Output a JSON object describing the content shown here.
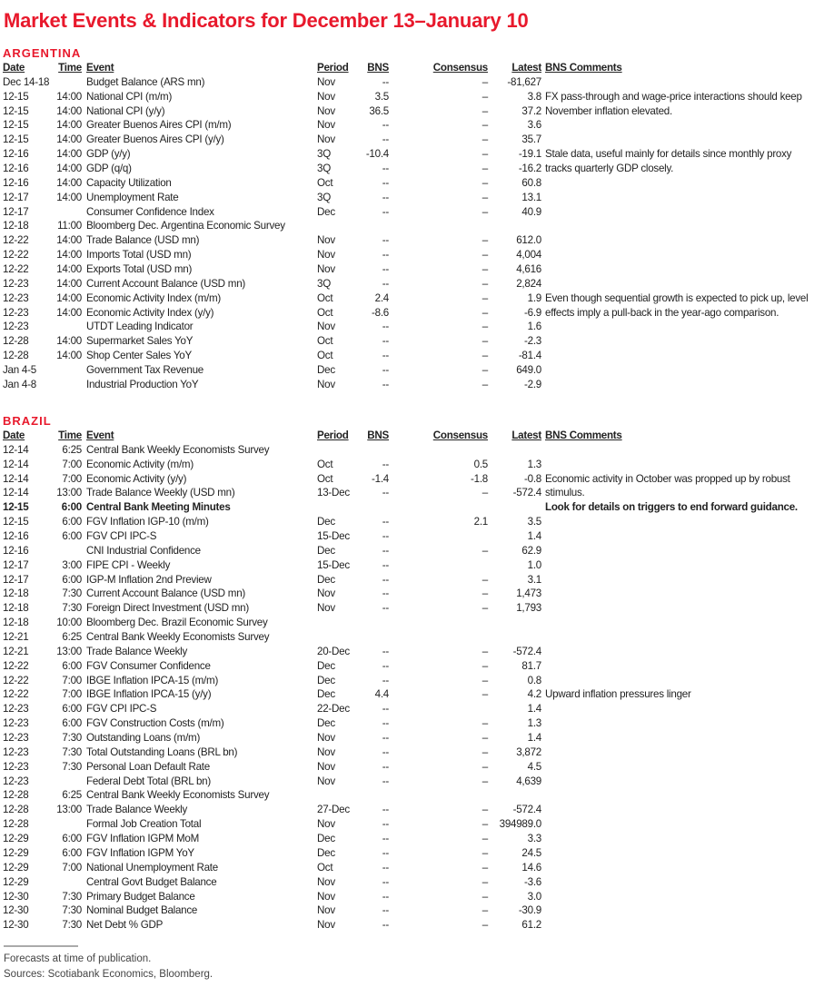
{
  "title": "Market Events & Indicators for December 13–January 10",
  "columns": {
    "date": "Date",
    "time": "Time",
    "event": "Event",
    "period": "Period",
    "bns": "BNS",
    "consensus": "Consensus",
    "latest": "Latest",
    "comments": "BNS Comments"
  },
  "sections": [
    {
      "name": "ARGENTINA",
      "rows": [
        {
          "date": "Dec 14-18",
          "time": "",
          "event": "Budget Balance (ARS mn)",
          "period": "Nov",
          "bns": "--",
          "consensus": "–",
          "latest": "-81,627",
          "comment": ""
        },
        {
          "date": "12-15",
          "time": "14:00",
          "event": "National CPI (m/m)",
          "period": "Nov",
          "bns": "3.5",
          "consensus": "–",
          "latest": "3.8",
          "comment": "FX pass-through and wage-price interactions should keep"
        },
        {
          "date": "12-15",
          "time": "14:00",
          "event": "National CPI (y/y)",
          "period": "Nov",
          "bns": "36.5",
          "consensus": "–",
          "latest": "37.2",
          "comment": "November inflation elevated."
        },
        {
          "date": "12-15",
          "time": "14:00",
          "event": "Greater Buenos Aires CPI (m/m)",
          "period": "Nov",
          "bns": "--",
          "consensus": "–",
          "latest": "3.6",
          "comment": ""
        },
        {
          "date": "12-15",
          "time": "14:00",
          "event": "Greater Buenos Aires CPI (y/y)",
          "period": "Nov",
          "bns": "--",
          "consensus": "–",
          "latest": "35.7",
          "comment": ""
        },
        {
          "date": "12-16",
          "time": "14:00",
          "event": "GDP (y/y)",
          "period": "3Q",
          "bns": "-10.4",
          "consensus": "–",
          "latest": "-19.1",
          "comment": "Stale data, useful mainly for details since monthly proxy"
        },
        {
          "date": "12-16",
          "time": "14:00",
          "event": "GDP (q/q)",
          "period": "3Q",
          "bns": "--",
          "consensus": "–",
          "latest": "-16.2",
          "comment": "tracks quarterly GDP closely."
        },
        {
          "date": "12-16",
          "time": "14:00",
          "event": "Capacity Utilization",
          "period": "Oct",
          "bns": "--",
          "consensus": "–",
          "latest": "60.8",
          "comment": ""
        },
        {
          "date": "12-17",
          "time": "14:00",
          "event": "Unemployment Rate",
          "period": "3Q",
          "bns": "--",
          "consensus": "–",
          "latest": "13.1",
          "comment": ""
        },
        {
          "date": "12-17",
          "time": "",
          "event": "Consumer Confidence Index",
          "period": "Dec",
          "bns": "--",
          "consensus": "–",
          "latest": "40.9",
          "comment": ""
        },
        {
          "date": "12-18",
          "time": "11:00",
          "event": "Bloomberg Dec. Argentina Economic Survey",
          "period": "",
          "bns": "",
          "consensus": "",
          "latest": "",
          "comment": ""
        },
        {
          "date": "12-22",
          "time": "14:00",
          "event": "Trade Balance (USD mn)",
          "period": "Nov",
          "bns": "--",
          "consensus": "–",
          "latest": "612.0",
          "comment": ""
        },
        {
          "date": "12-22",
          "time": "14:00",
          "event": "Imports Total (USD mn)",
          "period": "Nov",
          "bns": "--",
          "consensus": "–",
          "latest": "4,004",
          "comment": ""
        },
        {
          "date": "12-22",
          "time": "14:00",
          "event": "Exports Total (USD mn)",
          "period": "Nov",
          "bns": "--",
          "consensus": "–",
          "latest": "4,616",
          "comment": ""
        },
        {
          "date": "12-23",
          "time": "14:00",
          "event": "Current Account Balance (USD mn)",
          "period": "3Q",
          "bns": "--",
          "consensus": "–",
          "latest": "2,824",
          "comment": ""
        },
        {
          "date": "12-23",
          "time": "14:00",
          "event": "Economic Activity Index (m/m)",
          "period": "Oct",
          "bns": "2.4",
          "consensus": "–",
          "latest": "1.9",
          "comment": "Even though sequential growth is expected to pick up, level"
        },
        {
          "date": "12-23",
          "time": "14:00",
          "event": "Economic Activity Index (y/y)",
          "period": "Oct",
          "bns": "-8.6",
          "consensus": "–",
          "latest": "-6.9",
          "comment": "effects imply a pull-back in the year-ago comparison."
        },
        {
          "date": "12-23",
          "time": "",
          "event": "UTDT Leading Indicator",
          "period": "Nov",
          "bns": "--",
          "consensus": "–",
          "latest": "1.6",
          "comment": ""
        },
        {
          "date": "12-28",
          "time": "14:00",
          "event": "Supermarket Sales YoY",
          "period": "Oct",
          "bns": "--",
          "consensus": "–",
          "latest": "-2.3",
          "comment": ""
        },
        {
          "date": "12-28",
          "time": "14:00",
          "event": "Shop Center Sales YoY",
          "period": "Oct",
          "bns": "--",
          "consensus": "–",
          "latest": "-81.4",
          "comment": ""
        },
        {
          "date": "Jan 4-5",
          "time": "",
          "event": "Government Tax Revenue",
          "period": "Dec",
          "bns": "--",
          "consensus": "–",
          "latest": "649.0",
          "comment": ""
        },
        {
          "date": "Jan 4-8",
          "time": "",
          "event": "Industrial Production YoY",
          "period": "Nov",
          "bns": "--",
          "consensus": "–",
          "latest": "-2.9",
          "comment": ""
        }
      ]
    },
    {
      "name": "BRAZIL",
      "rows": [
        {
          "date": "12-14",
          "time": "6:25",
          "event": "Central Bank Weekly Economists Survey",
          "period": "",
          "bns": "",
          "consensus": "",
          "latest": "",
          "comment": ""
        },
        {
          "date": "12-14",
          "time": "7:00",
          "event": "Economic Activity (m/m)",
          "period": "Oct",
          "bns": "--",
          "consensus": "0.5",
          "latest": "1.3",
          "comment": ""
        },
        {
          "date": "12-14",
          "time": "7:00",
          "event": "Economic Activity (y/y)",
          "period": "Oct",
          "bns": "-1.4",
          "consensus": "-1.8",
          "latest": "-0.8",
          "comment": "Economic activity in October was propped up by robust"
        },
        {
          "date": "12-14",
          "time": "13:00",
          "event": "Trade Balance Weekly (USD mn)",
          "period": "13-Dec",
          "bns": "--",
          "consensus": "–",
          "latest": "-572.4",
          "comment": "stimulus."
        },
        {
          "date": "12-15",
          "time": "6:00",
          "event": "Central Bank Meeting Minutes",
          "period": "",
          "bns": "",
          "consensus": "",
          "latest": "",
          "comment": "Look for details on triggers to end forward guidance.",
          "bold": true
        },
        {
          "date": "12-15",
          "time": "6:00",
          "event": "FGV Inflation IGP-10 (m/m)",
          "period": "Dec",
          "bns": "--",
          "consensus": "2.1",
          "latest": "3.5",
          "comment": ""
        },
        {
          "date": "12-16",
          "time": "6:00",
          "event": "FGV CPI IPC-S",
          "period": "15-Dec",
          "bns": "--",
          "consensus": "",
          "latest": "1.4",
          "comment": ""
        },
        {
          "date": "12-16",
          "time": "",
          "event": "CNI Industrial Confidence",
          "period": "Dec",
          "bns": "--",
          "consensus": "–",
          "latest": "62.9",
          "comment": ""
        },
        {
          "date": "12-17",
          "time": "3:00",
          "event": "FIPE CPI - Weekly",
          "period": "15-Dec",
          "bns": "--",
          "consensus": "",
          "latest": "1.0",
          "comment": ""
        },
        {
          "date": "12-17",
          "time": "6:00",
          "event": "IGP-M Inflation 2nd Preview",
          "period": "Dec",
          "bns": "--",
          "consensus": "–",
          "latest": "3.1",
          "comment": ""
        },
        {
          "date": "12-18",
          "time": "7:30",
          "event": "Current Account Balance (USD mn)",
          "period": "Nov",
          "bns": "--",
          "consensus": "–",
          "latest": "1,473",
          "comment": ""
        },
        {
          "date": "12-18",
          "time": "7:30",
          "event": "Foreign Direct Investment (USD mn)",
          "period": "Nov",
          "bns": "--",
          "consensus": "–",
          "latest": "1,793",
          "comment": ""
        },
        {
          "date": "12-18",
          "time": "10:00",
          "event": "Bloomberg Dec. Brazil Economic Survey",
          "period": "",
          "bns": "",
          "consensus": "",
          "latest": "",
          "comment": ""
        },
        {
          "date": "12-21",
          "time": "6:25",
          "event": "Central Bank Weekly Economists Survey",
          "period": "",
          "bns": "",
          "consensus": "",
          "latest": "",
          "comment": ""
        },
        {
          "date": "12-21",
          "time": "13:00",
          "event": "Trade Balance Weekly",
          "period": "20-Dec",
          "bns": "--",
          "consensus": "–",
          "latest": "-572.4",
          "comment": ""
        },
        {
          "date": "12-22",
          "time": "6:00",
          "event": "FGV Consumer Confidence",
          "period": "Dec",
          "bns": "--",
          "consensus": "–",
          "latest": "81.7",
          "comment": ""
        },
        {
          "date": "12-22",
          "time": "7:00",
          "event": "IBGE Inflation IPCA-15 (m/m)",
          "period": "Dec",
          "bns": "--",
          "consensus": "–",
          "latest": "0.8",
          "comment": ""
        },
        {
          "date": "12-22",
          "time": "7:00",
          "event": "IBGE Inflation IPCA-15 (y/y)",
          "period": "Dec",
          "bns": "4.4",
          "consensus": "–",
          "latest": "4.2",
          "comment": "Upward inflation pressures linger"
        },
        {
          "date": "12-23",
          "time": "6:00",
          "event": "FGV CPI IPC-S",
          "period": "22-Dec",
          "bns": "--",
          "consensus": "",
          "latest": "1.4",
          "comment": ""
        },
        {
          "date": "12-23",
          "time": "6:00",
          "event": "FGV Construction Costs (m/m)",
          "period": "Dec",
          "bns": "--",
          "consensus": "–",
          "latest": "1.3",
          "comment": ""
        },
        {
          "date": "12-23",
          "time": "7:30",
          "event": "Outstanding Loans (m/m)",
          "period": "Nov",
          "bns": "--",
          "consensus": "–",
          "latest": "1.4",
          "comment": ""
        },
        {
          "date": "12-23",
          "time": "7:30",
          "event": "Total Outstanding Loans (BRL bn)",
          "period": "Nov",
          "bns": "--",
          "consensus": "–",
          "latest": "3,872",
          "comment": ""
        },
        {
          "date": "12-23",
          "time": "7:30",
          "event": "Personal Loan Default Rate",
          "period": "Nov",
          "bns": "--",
          "consensus": "–",
          "latest": "4.5",
          "comment": ""
        },
        {
          "date": "12-23",
          "time": "",
          "event": "Federal Debt Total (BRL bn)",
          "period": "Nov",
          "bns": "--",
          "consensus": "–",
          "latest": "4,639",
          "comment": ""
        },
        {
          "date": "12-28",
          "time": "6:25",
          "event": "Central Bank Weekly Economists Survey",
          "period": "",
          "bns": "",
          "consensus": "",
          "latest": "",
          "comment": ""
        },
        {
          "date": "12-28",
          "time": "13:00",
          "event": "Trade Balance Weekly",
          "period": "27-Dec",
          "bns": "--",
          "consensus": "–",
          "latest": "-572.4",
          "comment": ""
        },
        {
          "date": "12-28",
          "time": "",
          "event": "Formal Job Creation Total",
          "period": "Nov",
          "bns": "--",
          "consensus": "–",
          "latest": "394989.0",
          "comment": ""
        },
        {
          "date": "12-29",
          "time": "6:00",
          "event": "FGV Inflation IGPM MoM",
          "period": "Dec",
          "bns": "--",
          "consensus": "–",
          "latest": "3.3",
          "comment": ""
        },
        {
          "date": "12-29",
          "time": "6:00",
          "event": "FGV Inflation IGPM YoY",
          "period": "Dec",
          "bns": "--",
          "consensus": "–",
          "latest": "24.5",
          "comment": ""
        },
        {
          "date": "12-29",
          "time": "7:00",
          "event": "National Unemployment Rate",
          "period": "Oct",
          "bns": "--",
          "consensus": "–",
          "latest": "14.6",
          "comment": ""
        },
        {
          "date": "12-29",
          "time": "",
          "event": "Central Govt Budget Balance",
          "period": "Nov",
          "bns": "--",
          "consensus": "–",
          "latest": "-3.6",
          "comment": ""
        },
        {
          "date": "12-30",
          "time": "7:30",
          "event": "Primary Budget Balance",
          "period": "Nov",
          "bns": "--",
          "consensus": "–",
          "latest": "3.0",
          "comment": ""
        },
        {
          "date": "12-30",
          "time": "7:30",
          "event": "Nominal Budget Balance",
          "period": "Nov",
          "bns": "--",
          "consensus": "–",
          "latest": "-30.9",
          "comment": ""
        },
        {
          "date": "12-30",
          "time": "7:30",
          "event": "Net Debt % GDP",
          "period": "Nov",
          "bns": "--",
          "consensus": "–",
          "latest": "61.2",
          "comment": ""
        }
      ]
    }
  ],
  "footer": {
    "note": "Forecasts at time of publication.",
    "sources": "Sources: Scotiabank Economics, Bloomberg."
  }
}
